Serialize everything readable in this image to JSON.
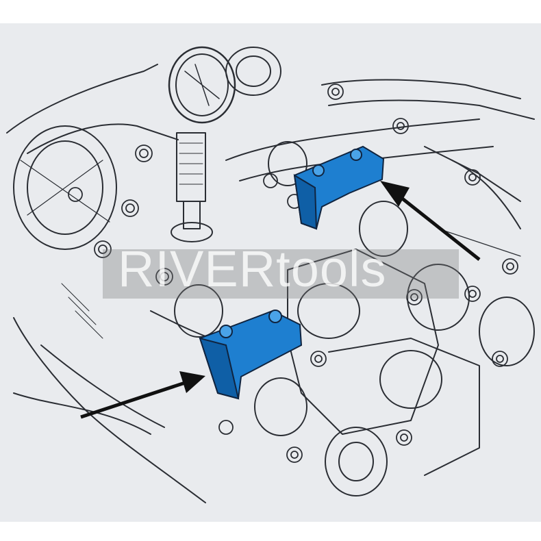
{
  "watermark": {
    "text": "RIVERtools"
  },
  "colors": {
    "background": "#e9ebee",
    "linework": "#2a2d33",
    "tool_fill": "#1e7fd0",
    "tool_shadow": "#0f5fa6",
    "arrow": "#111111"
  },
  "highlighted_parts": [
    {
      "name": "camshaft-locking-tool-upper"
    },
    {
      "name": "camshaft-locking-tool-lower"
    }
  ],
  "icons": [
    "dial-gauge-icon",
    "arrow-icon"
  ]
}
